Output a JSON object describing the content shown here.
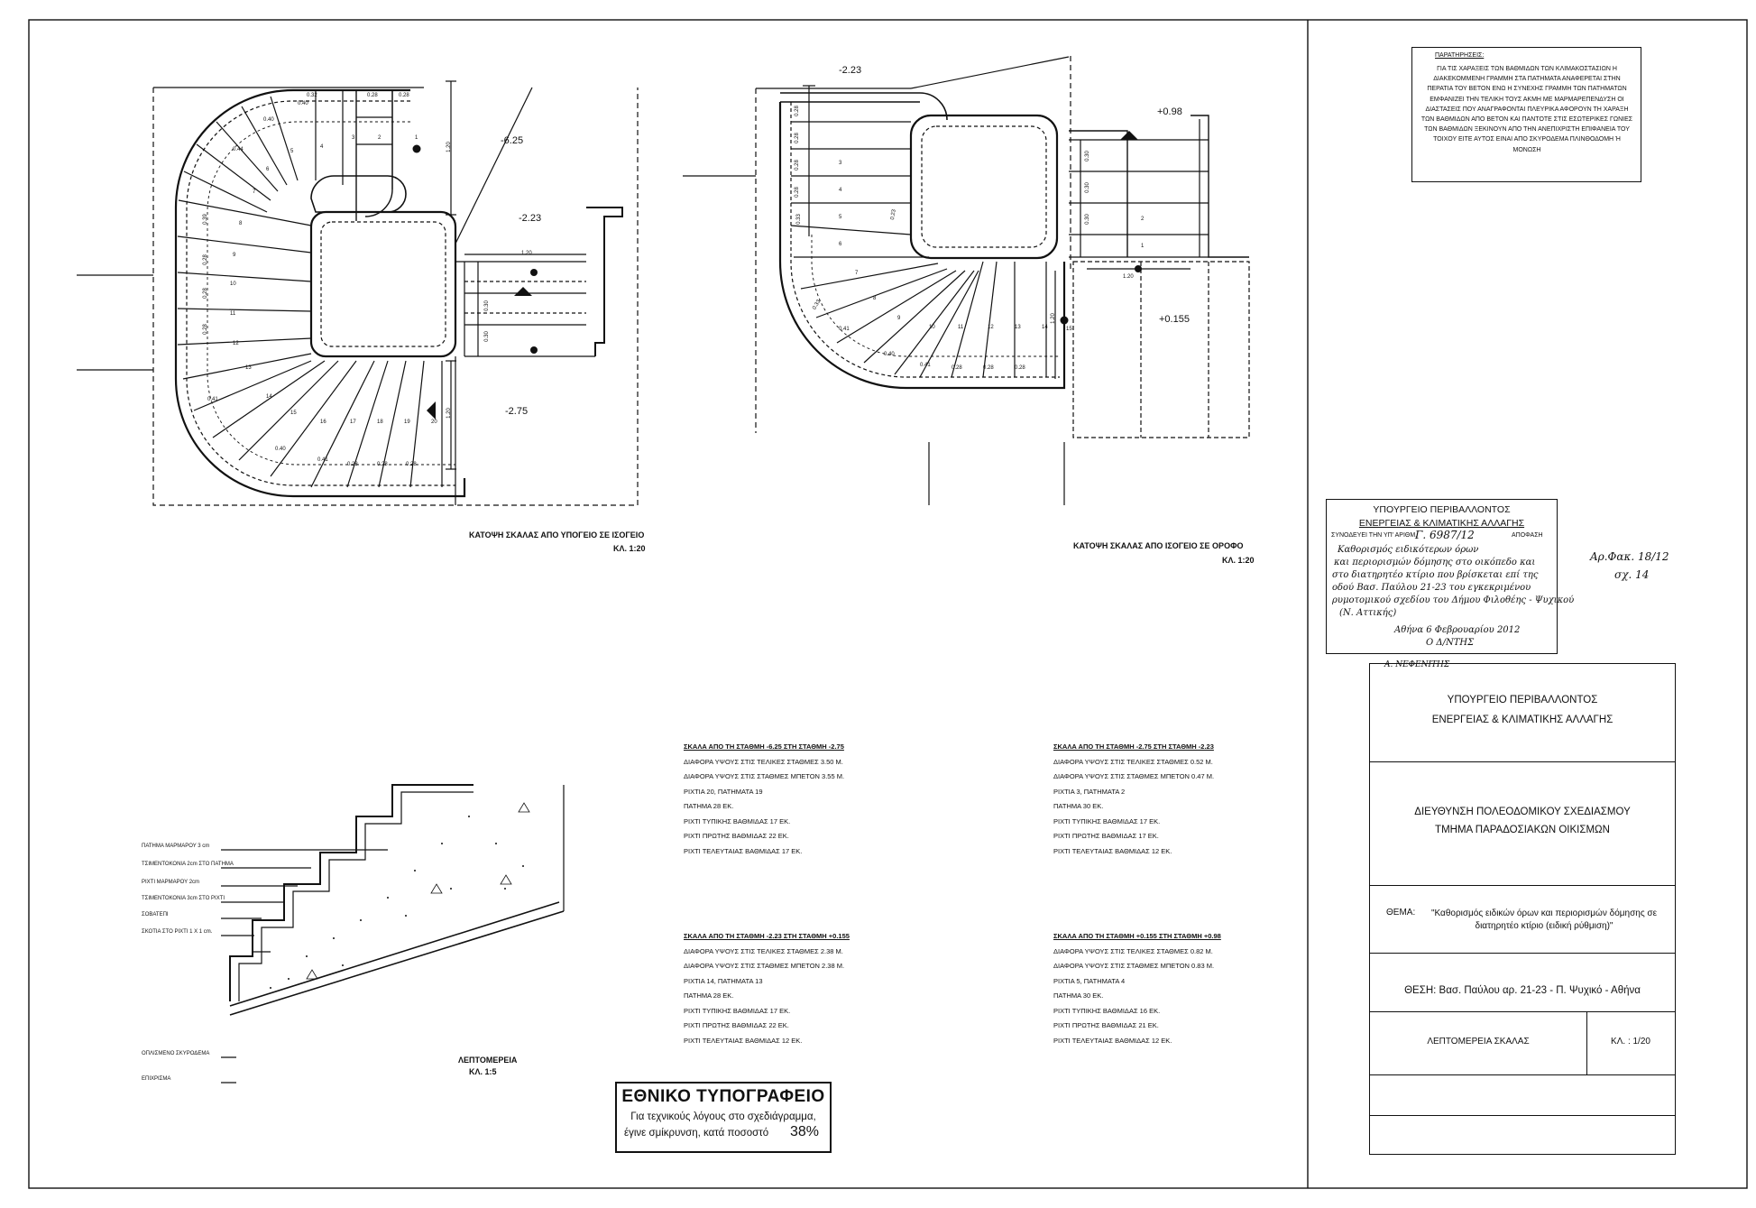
{
  "drawing1": {
    "title": "ΚΑΤΟΨΗ ΣΚΑΛΑΣ ΑΠΟ ΥΠΟΓΕΙΟ ΣΕ ΙΣΟΓΕΙΟ",
    "scale": "ΚΛ. 1:20",
    "levels": [
      "-6.25",
      "-2.23",
      "-2.75"
    ],
    "dims": [
      "0.32",
      "0.28",
      "0.28",
      "1.20",
      "1.20",
      "0.30",
      "0.30",
      "1.20",
      "0.28",
      "0.28",
      "0.28",
      "0.40",
      "0.41",
      "0.40",
      "0.40",
      "0.44",
      "0.39",
      "0.28",
      "0.28",
      "0.28",
      "0.41"
    ],
    "steps": [
      "1",
      "2",
      "3",
      "4",
      "5",
      "6",
      "7",
      "8",
      "9",
      "10",
      "11",
      "12",
      "13",
      "14",
      "15",
      "16",
      "17",
      "18",
      "19",
      "20"
    ]
  },
  "drawing2": {
    "title": "ΚΑΤΟΨΗ ΣΚΑΛΑΣ ΑΠΟ ΙΣΟΓΕΙΟ ΣΕ ΟΡΟΦΟ",
    "scale": "ΚΛ. 1:20",
    "levels": [
      "-2.23",
      "+0.98",
      "+0.155"
    ],
    "dims": [
      "0.28",
      "0.28",
      "0.28",
      "0.28",
      "0.30",
      "0.30",
      "0.30",
      "1.20",
      "0.28",
      "0.28",
      "0.28",
      "0.40",
      "0.41",
      "0.41",
      "0.33",
      "0.23",
      "0.33",
      "1.20"
    ],
    "steps": [
      "1",
      "2",
      "3",
      "4",
      "5",
      "6",
      "7",
      "8",
      "9",
      "10",
      "11",
      "12",
      "13",
      "14",
      "15"
    ]
  },
  "detail": {
    "title": "ΛΕΠΤΟΜΕΡΕΙΑ",
    "scale": "ΚΛ. 1:5",
    "labels": [
      "ΠΑΤΗΜΑ ΜΑΡΜΑΡΟΥ 3 cm",
      "ΤΣΙΜΕΝΤΟΚΟΝΙΑ 2cm ΣΤΟ ΠΑΤΗΜΑ",
      "ΡΙΧΤΙ ΜΑΡΜΑΡΟΥ 2cm",
      "ΤΣΙΜΕΝΤΟΚΟΝΙΑ 3cm ΣΤΟ ΡΙΧΤΙ",
      "ΣΟΒΑΤΕΠΙ",
      "ΣΚΟΤΙΑ ΣΤΟ ΡΙΧΤΙ 1 Χ 1 cm.",
      "ΟΠΛΙΣΜΕΝΟ ΣΚΥΡΟΔΕΜΑ",
      "ΕΠΙΧΡΙΣΜΑ"
    ]
  },
  "schedules": [
    {
      "title": "ΣΚΑΛΑ ΑΠΟ ΤΗ ΣΤΑΘΜΗ -6.25 ΣΤΗ ΣΤΑΘΜΗ -2.75",
      "lines": [
        "ΔΙΑΦΟΡΑ ΥΨΟΥΣ ΣΤΙΣ ΤΕΛΙΚΕΣ ΣΤΑΘΜΕΣ   3.50 Μ.",
        "ΔΙΑΦΟΡΑ ΥΨΟΥΣ ΣΤΙΣ ΣΤΑΘΜΕΣ ΜΠΕΤΟΝ   3.55 Μ.",
        "ΡΙΧΤΙΑ 20, ΠΑΤΗΜΑΤΑ 19",
        "ΠΑΤΗΜΑ 28 ΕΚ.",
        "ΡΙΧΤΙ ΤΥΠΙΚΗΣ ΒΑΘΜΙΔΑΣ 17 ΕΚ.",
        "ΡΙΧΤΙ ΠΡΩΤΗΣ ΒΑΘΜΙΔΑΣ 22 ΕΚ.",
        "ΡΙΧΤΙ ΤΕΛΕΥΤΑΙΑΣ ΒΑΘΜΙΔΑΣ 17 ΕΚ."
      ]
    },
    {
      "title": "ΣΚΑΛΑ ΑΠΟ ΤΗ ΣΤΑΘΜΗ -2.75 ΣΤΗ ΣΤΑΘΜΗ -2.23",
      "lines": [
        "ΔΙΑΦΟΡΑ ΥΨΟΥΣ ΣΤΙΣ ΤΕΛΙΚΕΣ ΣΤΑΘΜΕΣ   0.52 Μ.",
        "ΔΙΑΦΟΡΑ ΥΨΟΥΣ ΣΤΙΣ ΣΤΑΘΜΕΣ ΜΠΕΤΟΝ   0.47 Μ.",
        "ΡΙΧΤΙΑ 3, ΠΑΤΗΜΑΤΑ 2",
        "ΠΑΤΗΜΑ 30 ΕΚ.",
        "ΡΙΧΤΙ ΤΥΠΙΚΗΣ ΒΑΘΜΙΔΑΣ 17 ΕΚ.",
        "ΡΙΧΤΙ ΠΡΩΤΗΣ ΒΑΘΜΙΔΑΣ 17 ΕΚ.",
        "ΡΙΧΤΙ ΤΕΛΕΥΤΑΙΑΣ ΒΑΘΜΙΔΑΣ 12 ΕΚ."
      ]
    },
    {
      "title": "ΣΚΑΛΑ ΑΠΟ ΤΗ ΣΤΑΘΜΗ -2.23 ΣΤΗ ΣΤΑΘΜΗ +0.155",
      "lines": [
        "ΔΙΑΦΟΡΑ ΥΨΟΥΣ ΣΤΙΣ ΤΕΛΙΚΕΣ ΣΤΑΘΜΕΣ   2.38 Μ.",
        "ΔΙΑΦΟΡΑ ΥΨΟΥΣ ΣΤΙΣ ΣΤΑΘΜΕΣ ΜΠΕΤΟΝ   2.38 Μ.",
        "ΡΙΧΤΙΑ 14, ΠΑΤΗΜΑΤΑ 13",
        "ΠΑΤΗΜΑ 28 ΕΚ.",
        "ΡΙΧΤΙ ΤΥΠΙΚΗΣ ΒΑΘΜΙΔΑΣ 17 ΕΚ.",
        "ΡΙΧΤΙ ΠΡΩΤΗΣ ΒΑΘΜΙΔΑΣ 22 ΕΚ.",
        "ΡΙΧΤΙ ΤΕΛΕΥΤΑΙΑΣ ΒΑΘΜΙΔΑΣ 12 ΕΚ."
      ]
    },
    {
      "title": "ΣΚΑΛΑ ΑΠΟ ΤΗ ΣΤΑΘΜΗ +0.155 ΣΤΗ ΣΤΑΘΜΗ +0.98",
      "lines": [
        "ΔΙΑΦΟΡΑ ΥΨΟΥΣ ΣΤΙΣ ΤΕΛΙΚΕΣ ΣΤΑΘΜΕΣ   0.82 Μ.",
        "ΔΙΑΦΟΡΑ ΥΨΟΥΣ ΣΤΙΣ ΣΤΑΘΜΕΣ ΜΠΕΤΟΝ   0.83 Μ.",
        "ΡΙΧΤΙΑ 5, ΠΑΤΗΜΑΤΑ 4",
        "ΠΑΤΗΜΑ 30 ΕΚ.",
        "ΡΙΧΤΙ ΤΥΠΙΚΗΣ ΒΑΘΜΙΔΑΣ 16 ΕΚ.",
        "ΡΙΧΤΙ ΠΡΩΤΗΣ ΒΑΘΜΙΔΑΣ 21 ΕΚ.",
        "ΡΙΧΤΙ ΤΕΛΕΥΤΑΙΑΣ ΒΑΘΜΙΔΑΣ 12 ΕΚ."
      ]
    }
  ],
  "notes": {
    "title": "ΠΑΡΑΤΗΡΗΣΕΙΣ:",
    "text": "ΓΙΑ ΤΙΣ ΧΑΡΑΞΕΙΣ ΤΩΝ ΒΑΘΜΙΔΩΝ ΤΩΝ ΚΛΙΜΑΚΟΣΤΑΣΙΩΝ Η ΔΙΑΚΕΚΟΜΜΕΝΗ ΓΡΑΜΜΗ ΣΤΑ ΠΑΤΗΜΑΤΑ ΑΝΑΦΕΡΕΤΑΙ ΣΤΗΝ ΠΕΡΑΤΙΑ ΤΟΥ ΒΕΤΟΝ ΕΝΩ Η ΣΥΝΕΧΗΣ ΓΡΑΜΜΗ ΤΩΝ ΠΑΤΗΜΑΤΩΝ ΕΜΦΑΝΙΖΕΙ ΤΗΝ ΤΕΛΙΚΗ ΤΟΥΣ ΑΚΜΗ ΜΕ ΜΑΡΜΑΡΕΠΕΝΔΥΣΗ ΟΙ ΔΙΑΣΤΑΣΕΙΣ ΠΟΥ ΑΝΑΓΡΑΦΟΝΤΑΙ ΠΛΕΥΡΙΚΑ ΑΦΟΡΟΥΝ ΤΗ ΧΑΡΑΞΗ ΤΩΝ ΒΑΘΜΙΔΩΝ ΑΠΟ ΒΕΤΟΝ ΚΑΙ ΠΑΝΤΟΤΕ ΣΤΙΣ ΕΣΩΤΕΡΙΚΕΣ ΓΩΝΙΕΣ ΤΩΝ ΒΑΘΜΙΔΩΝ ΞΕΚΙΝΟΥΝ ΑΠΟ ΤΗΝ ΑΝΕΠΙΧΡΙΣΤΗ ΕΠΙΦΑΝΕΙΑ ΤΟΥ ΤΟΙΧΟΥ ΕΙΤΕ ΑΥΤΟΣ ΕΙΝΑΙ ΑΠΟ ΣΚΥΡΟΔΕΜΑ ΠΛΙΝΘΟΔΟΜΗ Ή ΜΟΝΩΣΗ"
  },
  "stamp": {
    "line1": "ΥΠΟΥΡΓΕΙΟ ΠΕΡΙΒΑΛΛΟΝΤΟΣ",
    "line2": "ΕΝΕΡΓΕΙΑΣ & ΚΛΙΜΑΤΙΚΗΣ ΑΛΛΑΓΗΣ",
    "line3": "ΣΥΝΟΔΕΥΕΙ ΤΗΝ ΥΠ' ΑΡΙΘΜ.",
    "number": "Γ. 6987/12",
    "line4": "ΑΠΟΦΑΣΗ",
    "handwritten": [
      "Καθορισμός ειδικότερων όρων",
      "και περιορισμών δόμησης στο οικόπεδο και",
      "στο διατηρητέο κτίριο που βρίσκεται επί της",
      "οδού Βασ. Παύλου 21-23 του εγκεκριμένου",
      "ρυμοτομικού σχεδίου του Δήμου Φιλοθέης - Ψυχικού",
      "(Ν. Αττικής)"
    ],
    "date": "Αθήνα 6 Φεβρουαρίου 2012",
    "signoff": "Ο Δ/ΝΤΗΣ"
  },
  "side_note": [
    "Αρ.Φακ. 18/12",
    "σχ. 14"
  ],
  "signature_name": "Α. ΝΕΦΕΝΙΤΗΣ",
  "title_block": {
    "ministry_line1": "ΥΠΟΥΡΓΕΙΟ ΠΕΡΙΒΑΛΛΟΝΤΟΣ",
    "ministry_line2": "ΕΝΕΡΓΕΙΑΣ & ΚΛΙΜΑΤΙΚΗΣ ΑΛΛΑΓΗΣ",
    "directorate": "ΔΙΕΥΘΥΝΣΗ ΠΟΛΕΟΔΟΜΙΚΟΥ ΣΧΕΔΙΑΣΜΟΥ",
    "department": "ΤΜΗΜΑ ΠΑΡΑΔΟΣΙΑΚΩΝ ΟΙΚΙΣΜΩΝ",
    "subject_label": "ΘΕΜΑ:",
    "subject": "\"Καθορισμός ειδικών όρων και περιορισμών δόμησης σε διατηρητέο κτίριο (ειδική ρύθμιση)\"",
    "location": "ΘΕΣΗ: Βασ. Παύλου αρ. 21-23 - Π. Ψυχικό - Αθήνα",
    "drawing_name": "ΛΕΠΤΟΜΕΡΕΙΑ ΣΚΑΛΑΣ",
    "scale": "ΚΛ. : 1/20"
  },
  "publisher": {
    "name": "ΕΘΝΙΚΟ ΤΥΠΟΓΡΑΦΕΙΟ",
    "line1": "Για τεχνικούς λόγους στο σχεδιάγραμμα,",
    "line2": "έγινε σμίκρυνση, κατά ποσοστό",
    "percent": "38%"
  }
}
